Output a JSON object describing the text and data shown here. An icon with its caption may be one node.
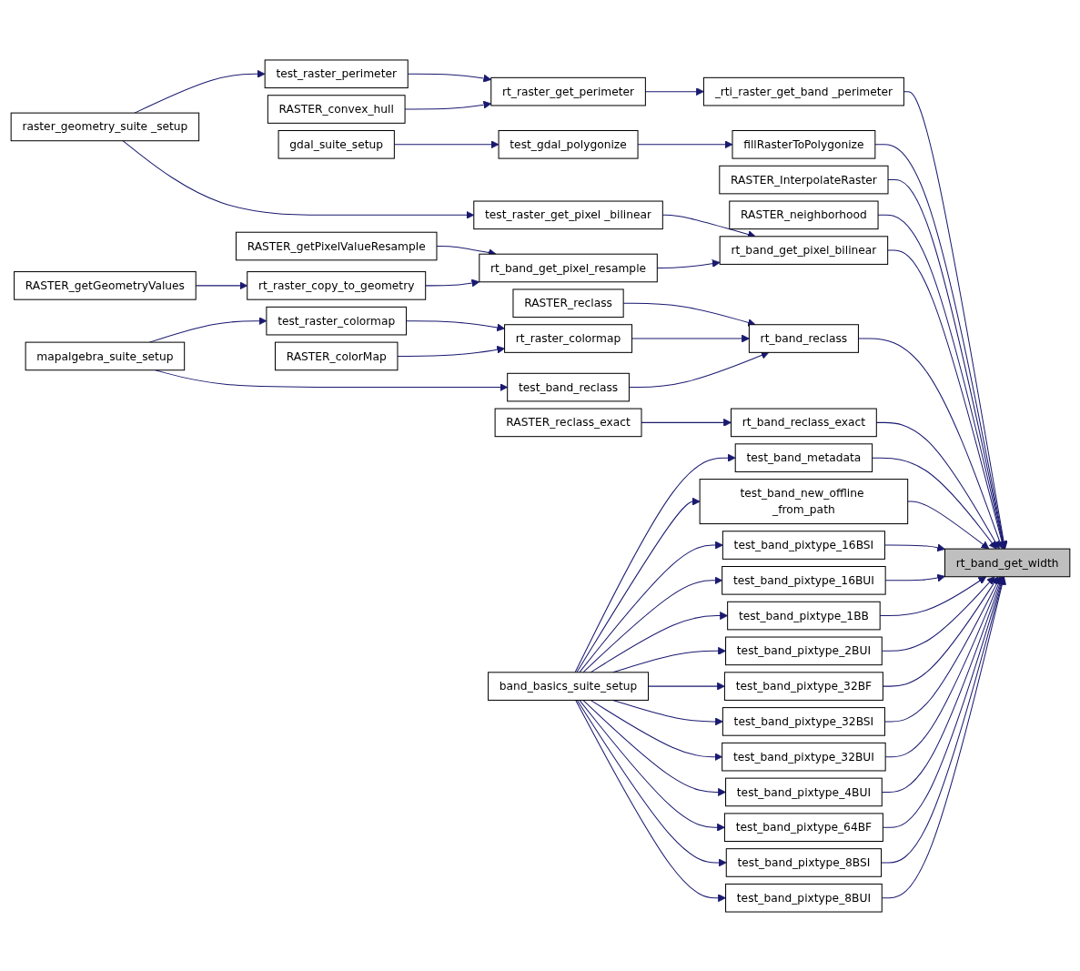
{
  "diagram": {
    "nodes": [
      {
        "text": [
          "test_raster_perimeter"
        ]
      },
      {
        "text": [
          "RASTER_convex_hull"
        ]
      },
      {
        "text": [
          "raster_geometry_suite _setup"
        ]
      },
      {
        "text": [
          "gdal_suite_setup"
        ]
      },
      {
        "text": [
          "test_raster_get_pixel _bilinear"
        ]
      },
      {
        "text": [
          "RASTER_getPixelValueResample"
        ]
      },
      {
        "text": [
          "RASTER_getGeometryValues"
        ]
      },
      {
        "text": [
          "rt_raster_copy_to_geometry"
        ]
      },
      {
        "text": [
          "test_raster_colormap"
        ]
      },
      {
        "text": [
          "mapalgebra_suite_setup"
        ]
      },
      {
        "text": [
          "RASTER_colorMap"
        ]
      },
      {
        "text": [
          "rt_raster_get_perimeter"
        ]
      },
      {
        "text": [
          "test_gdal_polygonize"
        ]
      },
      {
        "text": [
          "rt_band_get_pixel_resample"
        ]
      },
      {
        "text": [
          "RASTER_reclass"
        ]
      },
      {
        "text": [
          "rt_raster_colormap"
        ]
      },
      {
        "text": [
          "test_band_reclass"
        ]
      },
      {
        "text": [
          "RASTER_reclass_exact"
        ]
      },
      {
        "text": [
          "band_basics_suite_setup"
        ]
      },
      {
        "text": [
          "_rti_raster_get_band _perimeter"
        ]
      },
      {
        "text": [
          "fillRasterToPolygonize"
        ]
      },
      {
        "text": [
          "RASTER_InterpolateRaster"
        ]
      },
      {
        "text": [
          "RASTER_neighborhood"
        ]
      },
      {
        "text": [
          "rt_band_get_pixel_bilinear"
        ]
      },
      {
        "text": [
          "rt_band_reclass"
        ]
      },
      {
        "text": [
          "rt_band_reclass_exact"
        ]
      },
      {
        "text": [
          "test_band_metadata"
        ]
      },
      {
        "text": [
          "test_band_new_offline _from_path"
        ]
      },
      {
        "text": [
          "test_band_pixtype_16BSI"
        ]
      },
      {
        "text": [
          "test_band_pixtype_16BUI"
        ]
      },
      {
        "text": [
          "test_band_pixtype_1BB"
        ]
      },
      {
        "text": [
          "test_band_pixtype_2BUI"
        ]
      },
      {
        "text": [
          "test_band_pixtype_32BF"
        ]
      },
      {
        "text": [
          "test_band_pixtype_32BSI"
        ]
      },
      {
        "text": [
          "test_band_pixtype_32BUI"
        ]
      },
      {
        "text": [
          "test_band_pixtype_4BUI"
        ]
      },
      {
        "text": [
          "test_band_pixtype_64BF"
        ]
      },
      {
        "text": [
          "test_band_pixtype_8BSI"
        ]
      },
      {
        "text": [
          "test_band_pixtype_8BUI"
        ]
      },
      {
        "text": [
          "rt_band_get_width"
        ]
      }
    ],
    "edges": [
      {
        "from": 2,
        "to": 0,
        "arrow": "to"
      },
      {
        "from": 2,
        "to": 4,
        "arrow": "to"
      },
      {
        "from": 0,
        "to": 11,
        "arrow": "to"
      },
      {
        "from": 1,
        "to": 11,
        "arrow": "to"
      },
      {
        "from": 11,
        "to": 19,
        "arrow": "to"
      },
      {
        "from": 3,
        "to": 12,
        "arrow": "to"
      },
      {
        "from": 12,
        "to": 20,
        "arrow": "to"
      },
      {
        "from": 4,
        "to": 23,
        "arrow": "to"
      },
      {
        "from": 5,
        "to": 13,
        "arrow": "to"
      },
      {
        "from": 6,
        "to": 7,
        "arrow": "to"
      },
      {
        "from": 7,
        "to": 13,
        "arrow": "to"
      },
      {
        "from": 13,
        "to": 23,
        "arrow": "to"
      },
      {
        "from": 14,
        "to": 24,
        "arrow": "to"
      },
      {
        "from": 9,
        "to": 8,
        "arrow": "to"
      },
      {
        "from": 9,
        "to": 16,
        "arrow": "to"
      },
      {
        "from": 8,
        "to": 15,
        "arrow": "to"
      },
      {
        "from": 10,
        "to": 15,
        "arrow": "to"
      },
      {
        "from": 15,
        "to": 24,
        "arrow": "to"
      },
      {
        "from": 16,
        "to": 24,
        "arrow": "to"
      },
      {
        "from": 17,
        "to": 25,
        "arrow": "to"
      },
      {
        "from": 18,
        "to": 26,
        "arrow": "to"
      },
      {
        "from": 18,
        "to": 27,
        "arrow": "to"
      },
      {
        "from": 18,
        "to": 28,
        "arrow": "to"
      },
      {
        "from": 18,
        "to": 29,
        "arrow": "to"
      },
      {
        "from": 18,
        "to": 30,
        "arrow": "to"
      },
      {
        "from": 18,
        "to": 31,
        "arrow": "to"
      },
      {
        "from": 18,
        "to": 32,
        "arrow": "to"
      },
      {
        "from": 18,
        "to": 33,
        "arrow": "to"
      },
      {
        "from": 18,
        "to": 34,
        "arrow": "to"
      },
      {
        "from": 18,
        "to": 35,
        "arrow": "to"
      },
      {
        "from": 18,
        "to": 36,
        "arrow": "to"
      },
      {
        "from": 18,
        "to": 37,
        "arrow": "to"
      },
      {
        "from": 18,
        "to": 38,
        "arrow": "to"
      },
      {
        "from": 19,
        "to": 39,
        "arrow": "to"
      },
      {
        "from": 20,
        "to": 39,
        "arrow": "to"
      },
      {
        "from": 21,
        "to": 39,
        "arrow": "to"
      },
      {
        "from": 22,
        "to": 39,
        "arrow": "to"
      },
      {
        "from": 23,
        "to": 39,
        "arrow": "to"
      },
      {
        "from": 24,
        "to": 39,
        "arrow": "to"
      },
      {
        "from": 25,
        "to": 39,
        "arrow": "to"
      },
      {
        "from": 26,
        "to": 39,
        "arrow": "to"
      },
      {
        "from": 27,
        "to": 39,
        "arrow": "to"
      },
      {
        "from": 28,
        "to": 39,
        "arrow": "to"
      },
      {
        "from": 29,
        "to": 39,
        "arrow": "to"
      },
      {
        "from": 30,
        "to": 39,
        "arrow": "to"
      },
      {
        "from": 31,
        "to": 39,
        "arrow": "to"
      },
      {
        "from": 32,
        "to": 39,
        "arrow": "to"
      },
      {
        "from": 33,
        "to": 39,
        "arrow": "to"
      },
      {
        "from": 34,
        "to": 39,
        "arrow": "to"
      },
      {
        "from": 35,
        "to": 39,
        "arrow": "to"
      },
      {
        "from": 36,
        "to": 39,
        "arrow": "to"
      },
      {
        "from": 37,
        "to": 39,
        "arrow": "to"
      },
      {
        "from": 38,
        "to": 39,
        "arrow": "to"
      }
    ]
  }
}
